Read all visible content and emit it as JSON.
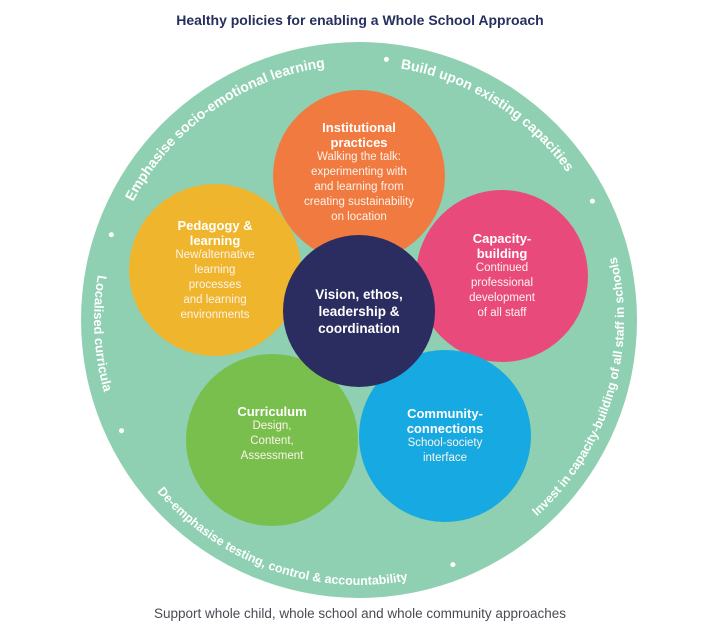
{
  "title": "Healthy policies for enabling a Whole School Approach",
  "footer": "Support whole child, whole school and whole community  approaches",
  "ring": {
    "color": "#8fd0b2",
    "labels": {
      "top_left": "Emphasise socio-emotional learning",
      "top_right": "Build upon existing capacities",
      "right": "Invest in capacity-building of all staff in schools",
      "bottom": "De-emphasise testing, control & accountability",
      "left": "Localised curricula"
    }
  },
  "center": {
    "title_lines": [
      "Vision, ethos,",
      "leadership &",
      "coordination"
    ],
    "color": "#2b2c5f"
  },
  "petals": {
    "institutional": {
      "title_lines": [
        "Institutional",
        "practices"
      ],
      "desc_lines": [
        "Walking the talk:",
        "experimenting with",
        "and learning from",
        "creating sustainability",
        "on location"
      ],
      "color": "#f07a40"
    },
    "capacity": {
      "title_lines": [
        "Capacity-",
        "building"
      ],
      "desc_lines": [
        "Continued",
        "professional",
        "development",
        "of all staff"
      ],
      "color": "#e94a7c"
    },
    "community": {
      "title_lines": [
        "Community-",
        "connections"
      ],
      "desc_lines": [
        "School-society",
        "interface"
      ],
      "color": "#17a9e1"
    },
    "curriculum": {
      "title_lines": [
        "Curriculum"
      ],
      "desc_lines": [
        "Design,",
        "Content,",
        "Assessment"
      ],
      "color": "#79bf4e"
    },
    "pedagogy": {
      "title_lines": [
        "Pedagogy &",
        "learning"
      ],
      "desc_lines": [
        "New/alternative",
        "learning",
        "processes",
        "and learning",
        "environments"
      ],
      "color": "#efb52c"
    }
  }
}
